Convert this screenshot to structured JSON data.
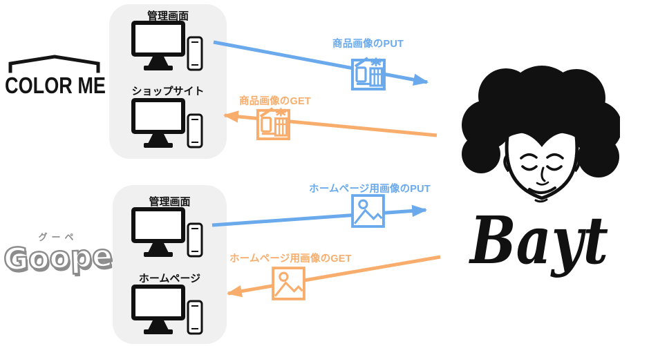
{
  "colors": {
    "flow_put_blue": "#69A9EC",
    "flow_get_orange": "#F8AD6C",
    "panel_background": "#F0F0F1",
    "ink_black": "#111111",
    "goope_gray": "#8C8C8C"
  },
  "logos": {
    "color_me": {
      "wordmark": "COLOR ME"
    },
    "goope": {
      "kana": "グーペ",
      "wordmark": "Goope"
    },
    "bayt": {
      "wordmark": "Bayt"
    }
  },
  "panels": [
    {
      "service": "COLOR ME",
      "screens": [
        {
          "label": "管理画面"
        },
        {
          "label": "ショップサイト"
        }
      ]
    },
    {
      "service": "Goope",
      "screens": [
        {
          "label": "管理画面"
        },
        {
          "label": "ホームページ"
        }
      ]
    }
  ],
  "flows": [
    {
      "label": "商品画像のPUT",
      "method": "PUT",
      "color": "#69A9EC",
      "icon": "store-icon",
      "from": "COLOR ME 管理画面",
      "to": "Bayt"
    },
    {
      "label": "商品画像のGET",
      "method": "GET",
      "color": "#F8AD6C",
      "icon": "store-icon",
      "from": "Bayt",
      "to": "COLOR ME ショップサイト"
    },
    {
      "label": "ホームページ用画像のPUT",
      "method": "PUT",
      "color": "#69A9EC",
      "icon": "image-icon",
      "from": "Goope 管理画面",
      "to": "Bayt"
    },
    {
      "label": "ホームページ用画像のGET",
      "method": "GET",
      "color": "#F8AD6C",
      "icon": "image-icon",
      "from": "Bayt",
      "to": "Goope ホームページ"
    }
  ]
}
